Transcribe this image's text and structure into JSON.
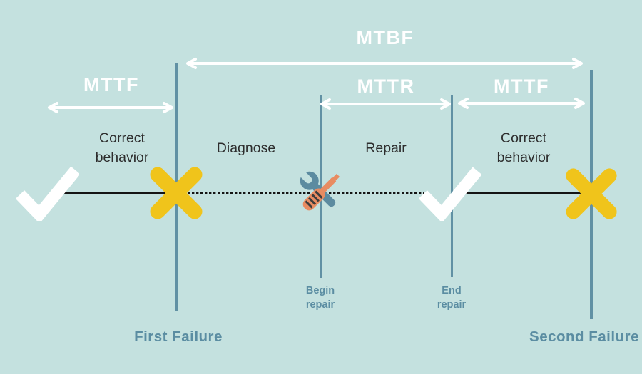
{
  "metrics": {
    "mtbf": "MTBF",
    "mttf_left": "MTTF",
    "mttr": "MTTR",
    "mttf_right": "MTTF"
  },
  "phases": {
    "correct_behavior_left": "Correct\nbehavior",
    "diagnose": "Diagnose",
    "repair": "Repair",
    "correct_behavior_right": "Correct\nbehavior"
  },
  "events": {
    "first_failure": "First Failure",
    "begin_repair": "Begin\nrepair",
    "end_repair": "End\nrepair",
    "second_failure": "Second Failure"
  },
  "icons": {
    "working_state": "check-icon",
    "failure_state": "x-icon",
    "repair_state": "tools-icon"
  },
  "colors": {
    "background": "#c4e1df",
    "event_line_teal": "#6191a4",
    "event_label_teal": "#5b8da2",
    "failure_yellow": "#f0c41b",
    "screwdriver_orange": "#e88c62",
    "wrench_blue": "#5c8ba0",
    "arrow_white": "#ffffff",
    "phase_text_dark": "#2d2d2d",
    "timeline_black": "#141414"
  }
}
